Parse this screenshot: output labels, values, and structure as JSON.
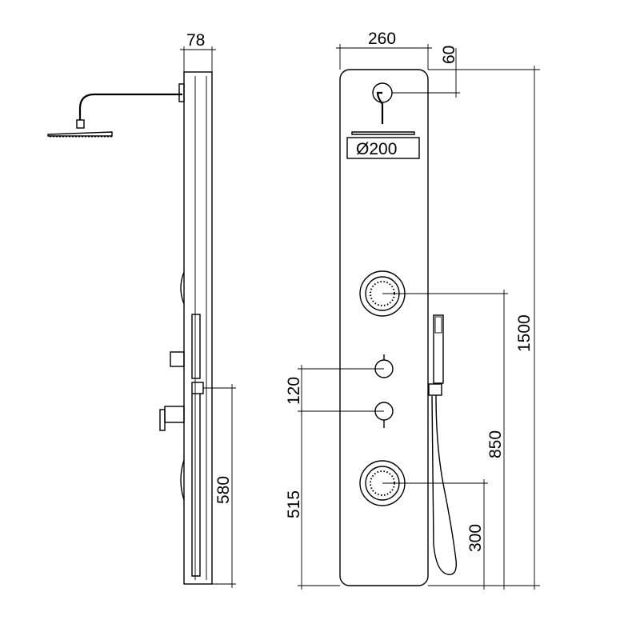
{
  "title": "Shower panel technical drawing",
  "dimensions": {
    "side_depth": "78",
    "panel_width": "260",
    "top_offset": "60",
    "head_diameter": "Ø200",
    "total_height": "1500",
    "valve_spacing": "120",
    "upper_jet_height": "850",
    "lower_valve_height": "515",
    "hand_holder_height": "580",
    "lower_jet_height": "300"
  },
  "colors": {
    "line": "#000000",
    "background": "#ffffff"
  }
}
